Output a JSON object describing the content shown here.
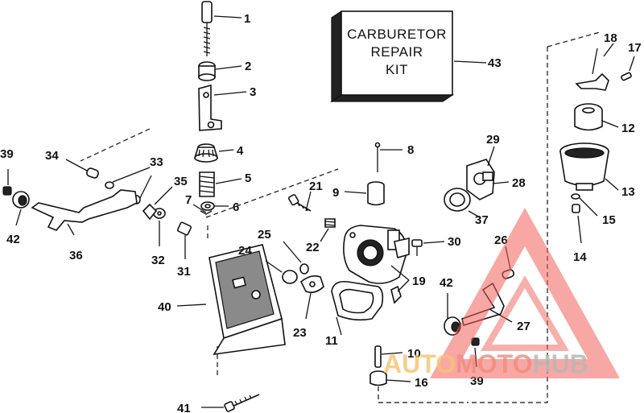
{
  "kit_box": {
    "lines": [
      "CARBURETOR",
      "REPAIR",
      "KIT"
    ]
  },
  "callouts": [
    "1",
    "2",
    "3",
    "4",
    "5",
    "6",
    "7",
    "8",
    "9",
    "10",
    "11",
    "12",
    "13",
    "14",
    "15",
    "16",
    "17",
    "18",
    "19",
    "21",
    "22",
    "23",
    "24",
    "25",
    "26",
    "27",
    "28",
    "29",
    "30",
    "31",
    "32",
    "33",
    "35",
    "36",
    "37",
    "39",
    "40",
    "41",
    "42",
    "43",
    "34",
    "39",
    "42"
  ],
  "watermark": {
    "parts": [
      "AUTO",
      "MOTO",
      "HUB"
    ],
    "colors": {
      "auto": "#f5c36a",
      "moto": "#f08a7e",
      "hub": "#b7b7b7",
      "triangle": "#f0605a"
    }
  }
}
